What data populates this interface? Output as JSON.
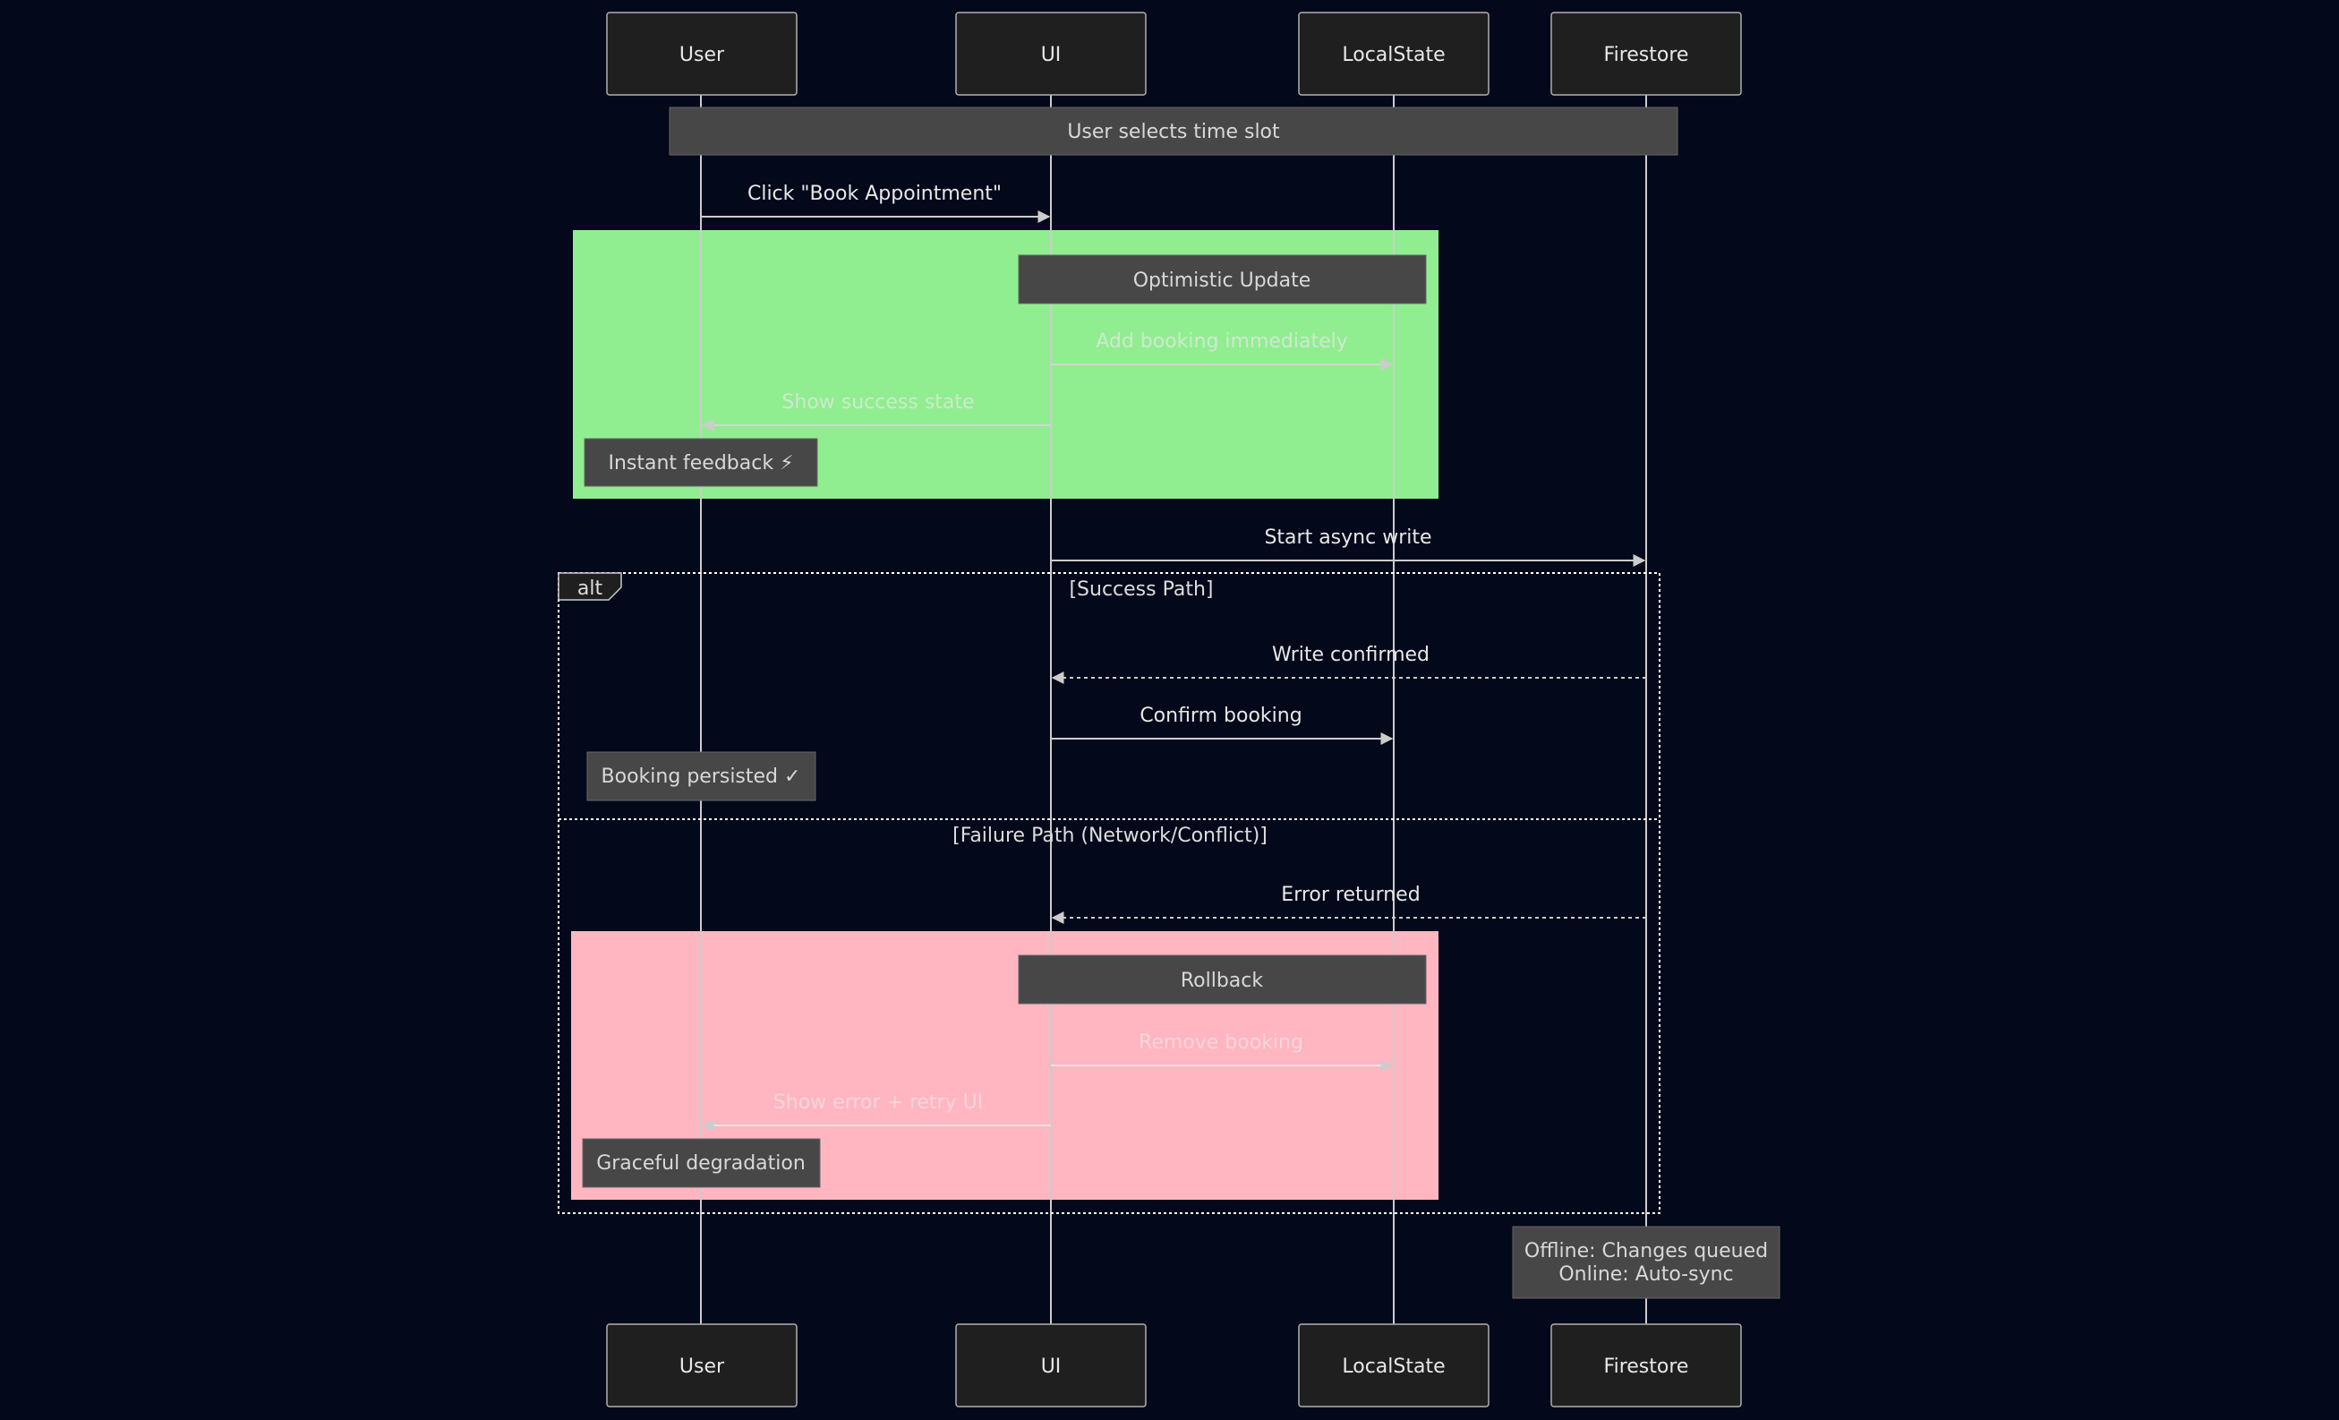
{
  "participants": [
    {
      "id": "user",
      "label": "User"
    },
    {
      "id": "ui",
      "label": "UI"
    },
    {
      "id": "localstate",
      "label": "LocalState"
    },
    {
      "id": "firestore",
      "label": "Firestore"
    }
  ],
  "notes": [
    {
      "id": "time-slot",
      "text": "User selects time slot"
    },
    {
      "id": "optimistic",
      "text": "Optimistic Update"
    },
    {
      "id": "instant",
      "text": "Instant feedback ⚡"
    },
    {
      "id": "persisted",
      "text": "Booking persisted ✓"
    },
    {
      "id": "rollback",
      "text": "Rollback"
    },
    {
      "id": "graceful",
      "text": "Graceful degradation"
    },
    {
      "id": "offline",
      "lines": [
        "Offline: Changes queued",
        "Online: Auto-sync"
      ]
    }
  ],
  "messages": [
    {
      "id": "click-book",
      "text": "Click \"Book Appointment\"",
      "from": "user",
      "to": "ui",
      "style": "solid"
    },
    {
      "id": "add-booking",
      "text": "Add booking immediately",
      "from": "ui",
      "to": "localstate",
      "style": "solid"
    },
    {
      "id": "show-success",
      "text": "Show success state",
      "from": "ui",
      "to": "user",
      "style": "solid"
    },
    {
      "id": "start-write",
      "text": "Start async write",
      "from": "ui",
      "to": "firestore",
      "style": "solid"
    },
    {
      "id": "write-confirmed",
      "text": "Write confirmed",
      "from": "firestore",
      "to": "ui",
      "style": "dashed"
    },
    {
      "id": "confirm-booking",
      "text": "Confirm booking",
      "from": "ui",
      "to": "localstate",
      "style": "solid"
    },
    {
      "id": "error-returned",
      "text": "Error returned",
      "from": "firestore",
      "to": "ui",
      "style": "dashed"
    },
    {
      "id": "remove-booking",
      "text": "Remove booking",
      "from": "ui",
      "to": "localstate",
      "style": "solid"
    },
    {
      "id": "show-error",
      "text": "Show error + retry UI",
      "from": "ui",
      "to": "user",
      "style": "solid"
    }
  ],
  "alt_block": {
    "keyword": "alt",
    "success_condition": "[Success Path]",
    "failure_condition": "[Failure Path (Network/Conflict)]"
  },
  "colors": {
    "background": "#03081a",
    "box_fill": "#1f1f1f",
    "note_fill": "#474747",
    "line": "#cccccc",
    "success_region": "#90ee90",
    "failure_region": "#ffb6c1"
  }
}
